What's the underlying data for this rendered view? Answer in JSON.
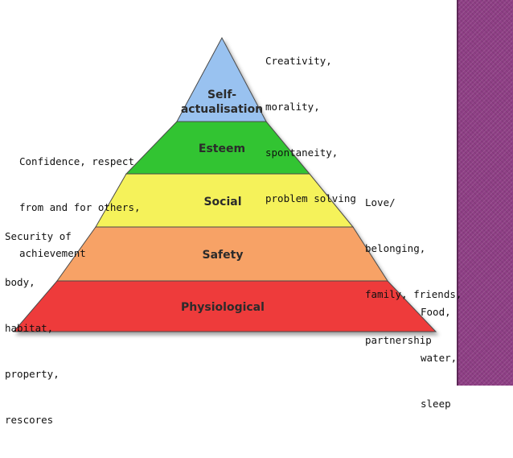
{
  "colors": {
    "self_actualisation": "#99c2f0",
    "esteem": "#33c433",
    "social": "#f5f25a",
    "safety": "#f7a266",
    "physiological": "#ee3b3b",
    "side_bar": "#8e3f85"
  },
  "pyramid": {
    "tiers": [
      {
        "id": "self-actualisation",
        "label_lines": [
          "Self-",
          "actualisation"
        ]
      },
      {
        "id": "esteem",
        "label_lines": [
          "Esteem"
        ]
      },
      {
        "id": "social",
        "label_lines": [
          "Social"
        ]
      },
      {
        "id": "safety",
        "label_lines": [
          "Safety"
        ]
      },
      {
        "id": "physiological",
        "label_lines": [
          "Physiological"
        ]
      }
    ]
  },
  "annotations": {
    "self_actualisation": [
      "Creativity,",
      "morality,",
      "spontaneity,",
      "problem solving"
    ],
    "esteem": [
      "Confidence, respect",
      "from and for others,",
      "achievement"
    ],
    "social": [
      "Love/",
      "belonging,",
      "family, friends,",
      "partnership"
    ],
    "safety": [
      "Security of",
      "body,",
      "habitat,",
      "property,",
      "rescores"
    ],
    "physiological": [
      "Food,",
      "water,",
      "sleep"
    ]
  }
}
